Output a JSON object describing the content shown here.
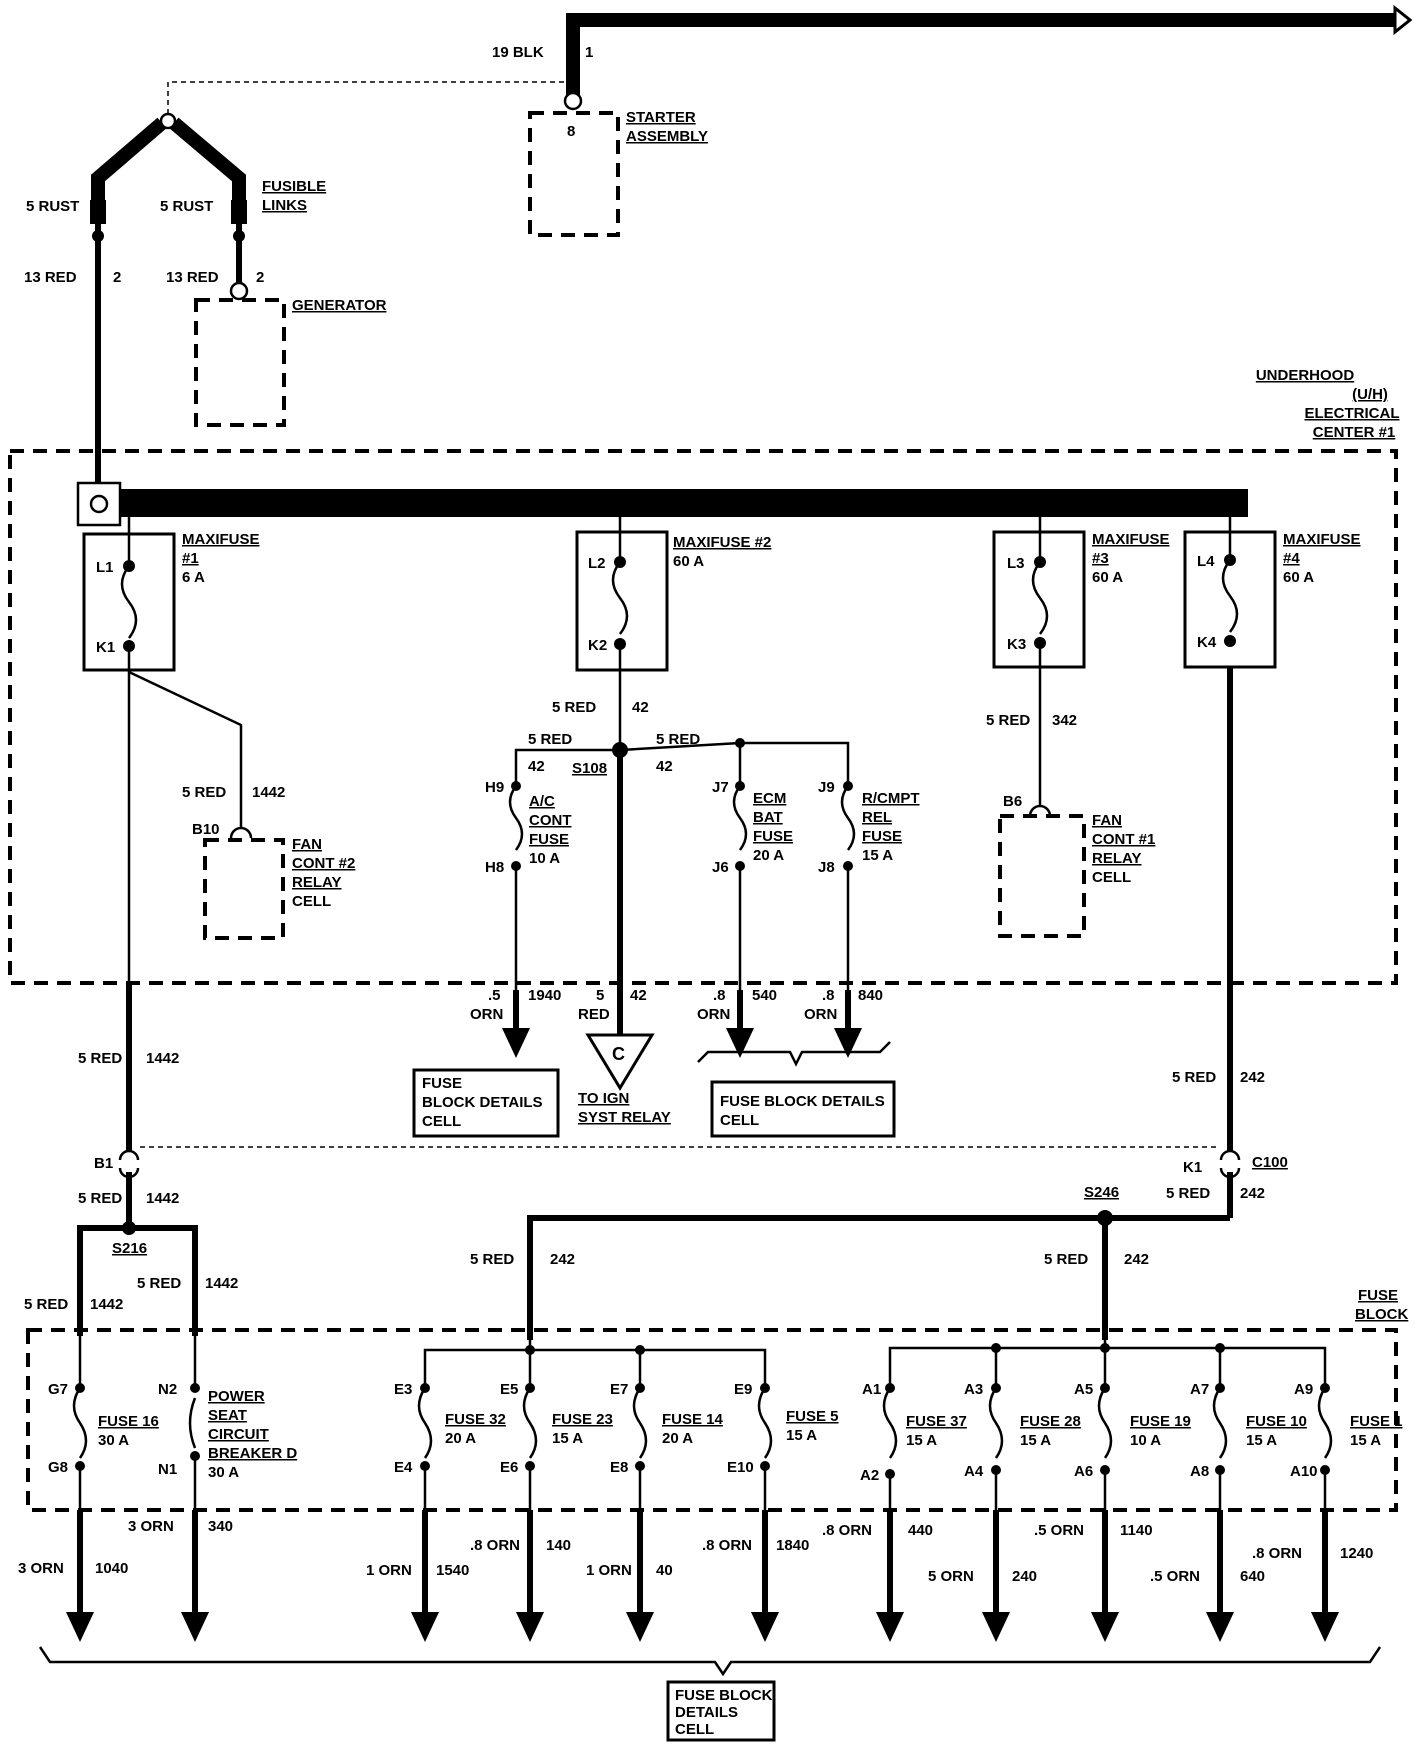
{
  "top": {
    "wire_gauge": "19 BLK",
    "wire_circuit": "1",
    "starter_pin": "8",
    "starter_label_1": "STARTER",
    "starter_label_2": "ASSEMBLY",
    "fusible_1": "FUSIBLE",
    "fusible_2": "LINKS",
    "rust_left": "5 RUST",
    "rust_right": "5 RUST",
    "red_left": "13 RED",
    "red_left_num": "2",
    "red_right": "13 RED",
    "red_right_num": "2",
    "generator": "GENERATOR"
  },
  "uh": {
    "l1": "UNDERHOOD",
    "l2": "(U/H)",
    "l3": "ELECTRICAL",
    "l4": "CENTER #1"
  },
  "maxifuses": [
    {
      "pin_top": "L1",
      "pin_bot": "K1",
      "name_1": "MAXIFUSE",
      "name_2": "#1",
      "rating": "6 A"
    },
    {
      "pin_top": "L2",
      "pin_bot": "K2",
      "name_1": "MAXIFUSE #2",
      "name_2": "",
      "rating": "60 A"
    },
    {
      "pin_top": "L3",
      "pin_bot": "K3",
      "name_1": "MAXIFUSE",
      "name_2": "#3",
      "rating": "60 A"
    },
    {
      "pin_top": "L4",
      "pin_bot": "K4",
      "name_1": "MAXIFUSE",
      "name_2": "#4",
      "rating": "60 A"
    }
  ],
  "center": {
    "k2_wire": "5 RED",
    "k2_num": "42",
    "left_wire": "5 RED",
    "left_num": "42",
    "right_wire": "5 RED",
    "right_num": "42",
    "splice": "S108",
    "fan2_wire": "5 RED",
    "fan2_num": "1442",
    "fan2_pin": "B10",
    "fan2_l1": "FAN",
    "fan2_l2": "CONT #2",
    "fan2_l3": "RELAY",
    "fan2_l4": "CELL",
    "fan1_wire": "5 RED",
    "fan1_num": "342",
    "fan1_pin": "B6",
    "fan1_l1": "FAN",
    "fan1_l2": "CONT #1",
    "fan1_l3": "RELAY",
    "fan1_l4": "CELL",
    "ac_pin_top": "H9",
    "ac_pin_bot": "H8",
    "ac_l1": "A/C",
    "ac_l2": "CONT",
    "ac_l3": "FUSE",
    "ac_l4": "10 A",
    "ecm_pin_top": "J7",
    "ecm_pin_bot": "J6",
    "ecm_l1": "ECM",
    "ecm_l2": "BAT",
    "ecm_l3": "FUSE",
    "ecm_l4": "20 A",
    "rc_pin_top": "J9",
    "rc_pin_bot": "J8",
    "rc_l1": "R/CMPT",
    "rc_l2": "REL",
    "rc_l3": "FUSE",
    "rc_l4": "15 A"
  },
  "outputs_mid": {
    "a_size": ".5",
    "a_color": "ORN",
    "a_num": "1940",
    "b_size": "5",
    "b_color": "RED",
    "b_num": "42",
    "c_size": ".8",
    "c_color": "ORN",
    "c_num": "540",
    "d_size": ".8",
    "d_color": "ORN",
    "d_num": "840",
    "conn_letter": "C",
    "to_ign_1": "TO IGN",
    "to_ign_2": "SYST RELAY",
    "fbd_a_1": "FUSE",
    "fbd_a_2": "BLOCK DETAILS",
    "fbd_a_3": "CELL",
    "fbd_b_1": "FUSE BLOCK DETAILS",
    "fbd_b_2": "CELL"
  },
  "lower": {
    "left_wire": "5 RED",
    "left_num": "1442",
    "right_wire": "5 RED",
    "right_num": "242",
    "b1": "B1",
    "k1": "K1",
    "c100": "C100",
    "b1_wire": "5 RED",
    "b1_num": "1442",
    "k1_wire": "5 RED",
    "k1_num": "242",
    "s216": "S216",
    "s246": "S246",
    "s216_r_wire": "5 RED",
    "s216_r_num": "1442",
    "s216_l_wire": "5 RED",
    "s216_l_num": "1442",
    "e_wire": "5 RED",
    "e_num": "242",
    "a_wire": "5 RED",
    "a_num": "242",
    "fuse_block_1": "FUSE",
    "fuse_block_2": "BLOCK"
  },
  "fuses": [
    {
      "top": "G7",
      "bot": "G8",
      "name": "FUSE 16",
      "rating": "30 A"
    },
    {
      "top": "N2",
      "bot": "N1",
      "name": "POWER",
      "rating": "30 A",
      "extra_1": "SEAT",
      "extra_2": "CIRCUIT",
      "extra_3": "BREAKER D"
    },
    {
      "top": "E3",
      "bot": "E4",
      "name": "FUSE 32",
      "rating": "20 A"
    },
    {
      "top": "E5",
      "bot": "E6",
      "name": "FUSE 23",
      "rating": "15 A"
    },
    {
      "top": "E7",
      "bot": "E8",
      "name": "FUSE 14",
      "rating": "20 A"
    },
    {
      "top": "E9",
      "bot": "E10",
      "name": "FUSE 5",
      "rating": "15 A"
    },
    {
      "top": "A1",
      "bot": "A2",
      "name": "FUSE 37",
      "rating": "15 A"
    },
    {
      "top": "A3",
      "bot": "A4",
      "name": "FUSE 28",
      "rating": "15 A"
    },
    {
      "top": "A5",
      "bot": "A6",
      "name": "FUSE 19",
      "rating": "10 A"
    },
    {
      "top": "A7",
      "bot": "A8",
      "name": "FUSE 10",
      "rating": "15 A"
    },
    {
      "top": "A9",
      "bot": "A10",
      "name": "FUSE 1",
      "rating": "15 A"
    }
  ],
  "bottom_wires": [
    {
      "label": "3 ORN",
      "num": "1040"
    },
    {
      "label": "3 ORN",
      "num": "340"
    },
    {
      "label": "1 ORN",
      "num": "1540"
    },
    {
      "label": ".8 ORN",
      "num": "140"
    },
    {
      "label": "1 ORN",
      "num": "40"
    },
    {
      "label": ".8 ORN",
      "num": "1840"
    },
    {
      "label": ".8 ORN",
      "num": "440"
    },
    {
      "label": "5 ORN",
      "num": "240"
    },
    {
      "label": ".5 ORN",
      "num": "1140"
    },
    {
      "label": ".5 ORN",
      "num": "640"
    },
    {
      "label": ".8 ORN",
      "num": "1240"
    }
  ],
  "bottom_cell": {
    "l1": "FUSE BLOCK",
    "l2": "DETAILS",
    "l3": "CELL"
  }
}
